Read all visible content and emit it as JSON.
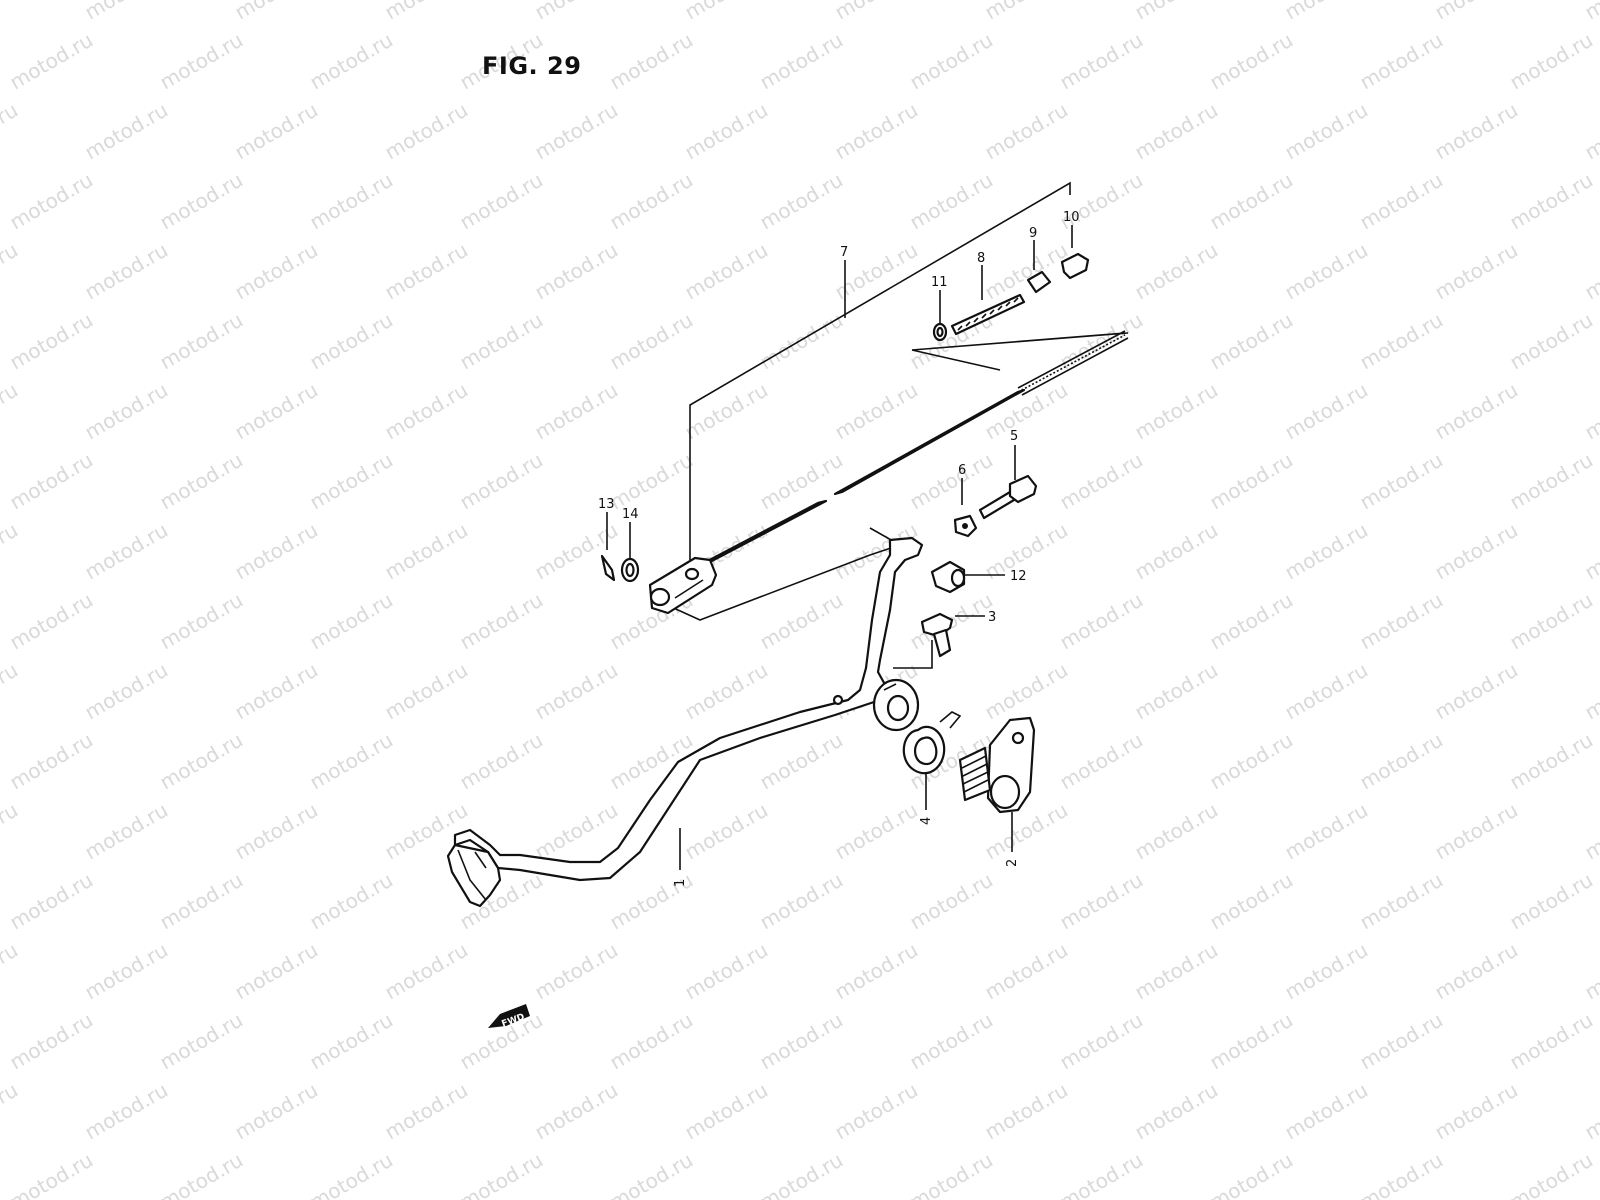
{
  "figure": {
    "title": "FIG. 29"
  },
  "watermark": {
    "text": "motod.ru"
  },
  "direction_badge": {
    "text": "FWD"
  },
  "callouts": [
    {
      "id": "1",
      "label": "1"
    },
    {
      "id": "2",
      "label": "2"
    },
    {
      "id": "3",
      "label": "3"
    },
    {
      "id": "4",
      "label": "4"
    },
    {
      "id": "5",
      "label": "5"
    },
    {
      "id": "6",
      "label": "6"
    },
    {
      "id": "7",
      "label": "7"
    },
    {
      "id": "8",
      "label": "8"
    },
    {
      "id": "9",
      "label": "9"
    },
    {
      "id": "10",
      "label": "10"
    },
    {
      "id": "11",
      "label": "11"
    },
    {
      "id": "12",
      "label": "12"
    },
    {
      "id": "13",
      "label": "13"
    },
    {
      "id": "14",
      "label": "14"
    }
  ]
}
